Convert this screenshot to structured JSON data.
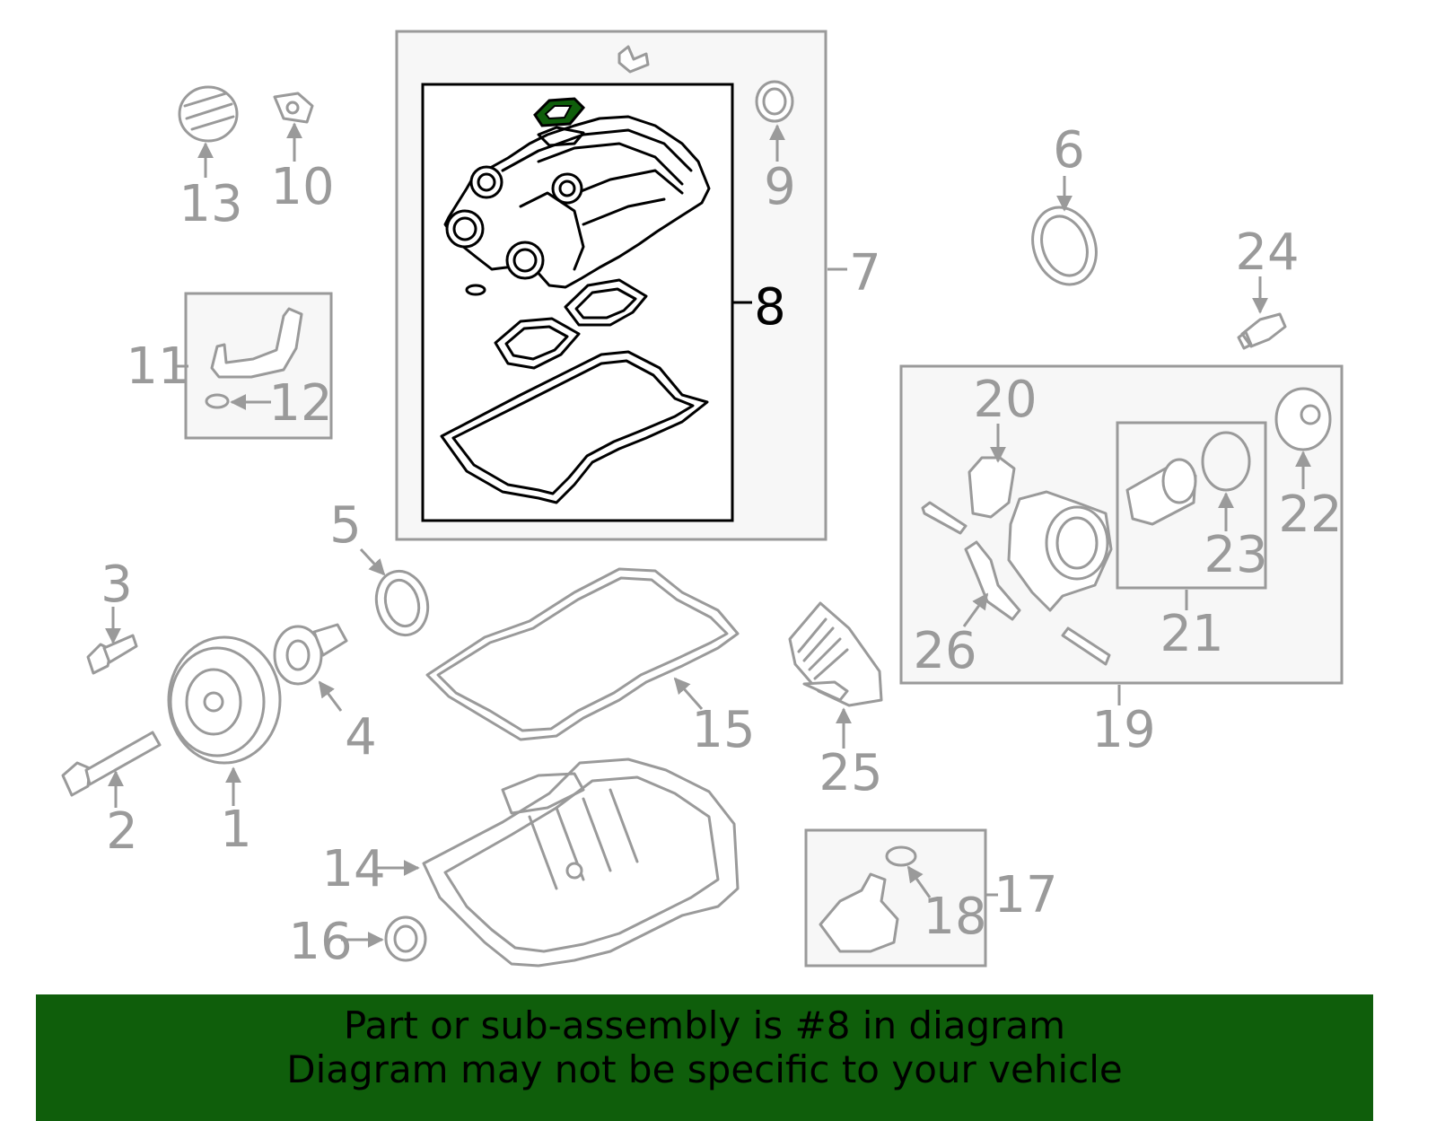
{
  "footer": {
    "line1": "Part or sub-assembly is #8 in diagram",
    "line2": "Diagram may not be specific to your vehicle"
  },
  "callouts": {
    "c1": "1",
    "c2": "2",
    "c3": "3",
    "c4": "4",
    "c5": "5",
    "c6": "6",
    "c7": "7",
    "c8": "8",
    "c9": "9",
    "c10": "10",
    "c11": "11",
    "c12": "12",
    "c13": "13",
    "c14": "14",
    "c15": "15",
    "c16": "16",
    "c17": "17",
    "c18": "18",
    "c19": "19",
    "c20": "20",
    "c21": "21",
    "c22": "22",
    "c23": "23",
    "c24": "24",
    "c25": "25",
    "c26": "26"
  },
  "highlight": {
    "part": "8",
    "color": "#0f5e0b",
    "line_color": "#9a9a9a"
  }
}
